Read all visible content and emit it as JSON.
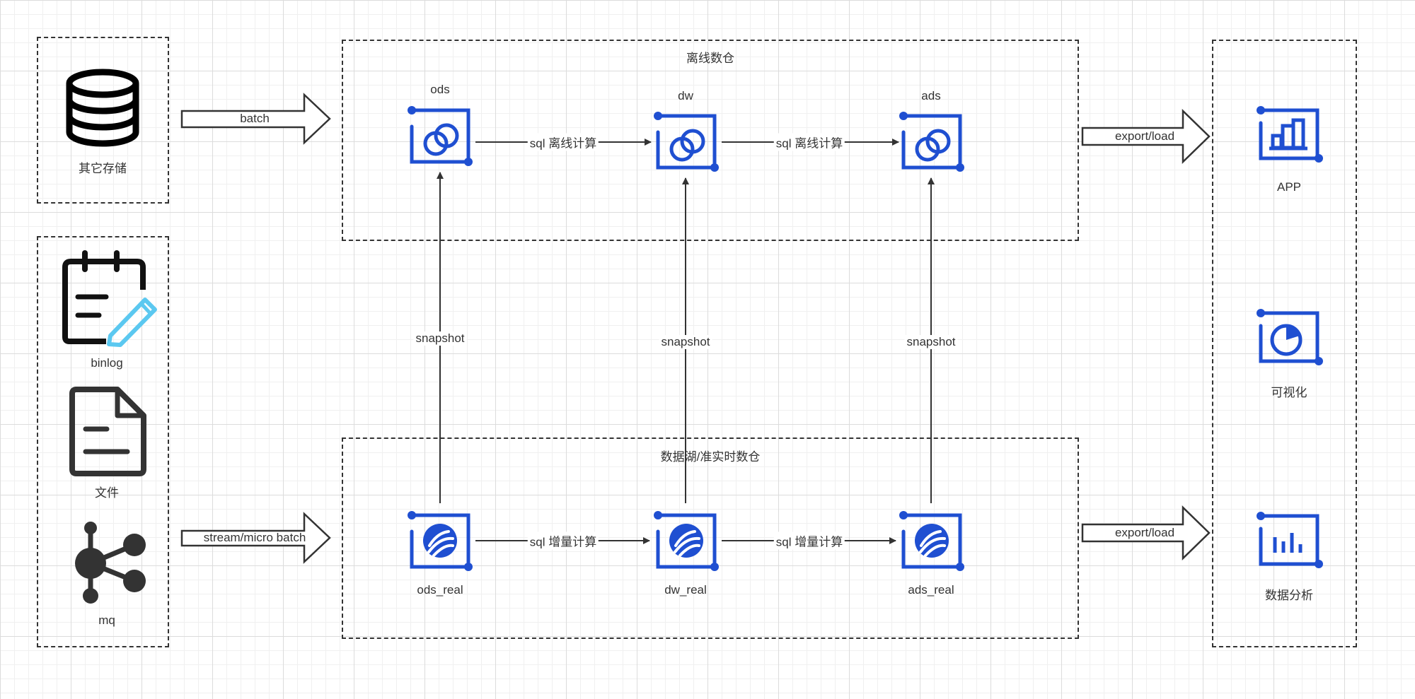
{
  "sources": {
    "storage_label": "其它存储",
    "binlog_label": "binlog",
    "file_label": "文件",
    "mq_label": "mq"
  },
  "offline": {
    "title": "离线数仓",
    "nodes": [
      "ods",
      "dw",
      "ads"
    ],
    "edge_label": "sql 离线计算"
  },
  "realtime": {
    "title": "数据湖/准实时数仓",
    "nodes": [
      "ods_real",
      "dw_real",
      "ads_real"
    ],
    "edge_label": "sql 增量计算"
  },
  "snapshot_label": "snapshot",
  "ingest": {
    "batch_label": "batch",
    "stream_label": "stream/micro batch"
  },
  "export_label": "export/load",
  "outputs": {
    "app_label": "APP",
    "viz_label": "可视化",
    "analysis_label": "数据分析"
  },
  "colors": {
    "node_blue": "#1f4fd1",
    "pencil_blue": "#5bc8f0",
    "line": "#333333"
  }
}
